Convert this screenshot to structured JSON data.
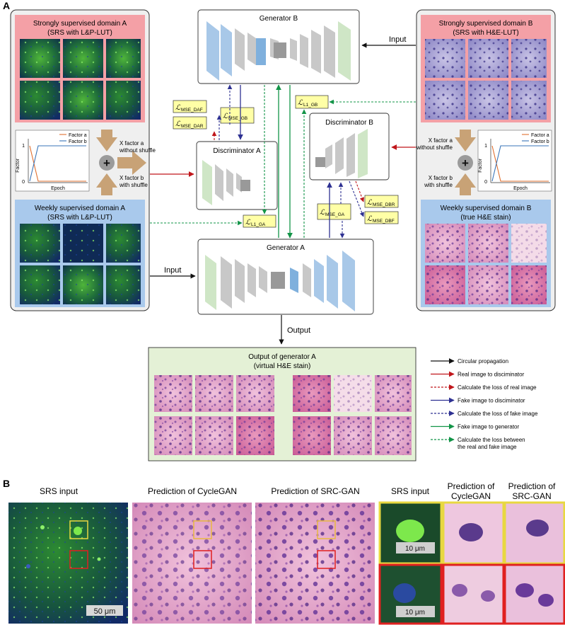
{
  "panel_labels": {
    "a": "A",
    "b": "B"
  },
  "domain_a_strong": {
    "title": "Strongly supervised domain A",
    "subtitle": "(SRS with L&P-LUT)"
  },
  "domain_a_weak": {
    "title": "Weekly supervised domain A",
    "subtitle": "(SRS with L&P-LUT)"
  },
  "domain_b_strong": {
    "title": "Strongly supervised domain B",
    "subtitle": "(SRS with H&E-LUT)"
  },
  "domain_b_weak": {
    "title": "Weekly supervised domain B",
    "subtitle": "(true H&E stain)"
  },
  "factor_plot": {
    "ylabel": "Factor",
    "xlabel": "Epoch",
    "y1": "1",
    "y0": "0",
    "legend_a": "Factor a",
    "legend_b": "Factor b"
  },
  "mix_labels": {
    "x_a_1": "X factor a",
    "x_a_2": "without shuffle",
    "x_b_1": "X factor b",
    "x_b_2": "with shuffle"
  },
  "generator_b": "Generator B",
  "generator_a": "Generator A",
  "discriminator_a": "Discriminator A",
  "discriminator_b": "Discriminator B",
  "input_label": "Input",
  "output_label": "Output",
  "losses": {
    "mse_daf": "MSE_DAF",
    "mse_dar": "MSE_DAR",
    "mse_gb": "MSE_GB",
    "l1_gb": "L1_GB",
    "l1_ga": "L1_GA",
    "mse_dbr": "MSE_DBR",
    "mse_dbf": "MSE_DBF",
    "mse_ga": "MSE_GA"
  },
  "output_box": {
    "title": "Output of generator A",
    "subtitle": "(virtual H&E stain)"
  },
  "legend": [
    {
      "label": "Circular propagation",
      "color": "#111111",
      "dashed": false
    },
    {
      "label": "Real image to disciminator",
      "color": "#c0161b",
      "dashed": false
    },
    {
      "label": "Calculate the loss of real image",
      "color": "#c0161b",
      "dashed": true
    },
    {
      "label": "Fake image to disciminator",
      "color": "#2e3192",
      "dashed": false
    },
    {
      "label": "Calculate the loss of fake image",
      "color": "#2e3192",
      "dashed": true
    },
    {
      "label": "Fake image to generator",
      "color": "#129447",
      "dashed": false
    },
    {
      "label": "Calculate the loss between",
      "label2": "the real and fake image",
      "color": "#129447",
      "dashed": true
    }
  ],
  "panel_b": {
    "srs_input": "SRS input",
    "pred_cyclegan": "Prediction of CycleGAN",
    "pred_srcgan": "Prediction of SRC-GAN",
    "srs_input_small": "SRS input",
    "pred_cyclegan_l1": "Prediction of",
    "pred_cyclegan_l2": "CycleGAN",
    "pred_srcgan_l1": "Prediction of",
    "pred_srcgan_l2": "SRC-GAN",
    "scale_50": "50 μm",
    "scale_10a": "10 μm",
    "scale_10b": "10 μm"
  },
  "colors": {
    "pink_header": "#f4a0a6",
    "blue_header": "#a9c9ec",
    "green_box": "#e4f1d6",
    "arrow_tan": "#c8a276"
  }
}
